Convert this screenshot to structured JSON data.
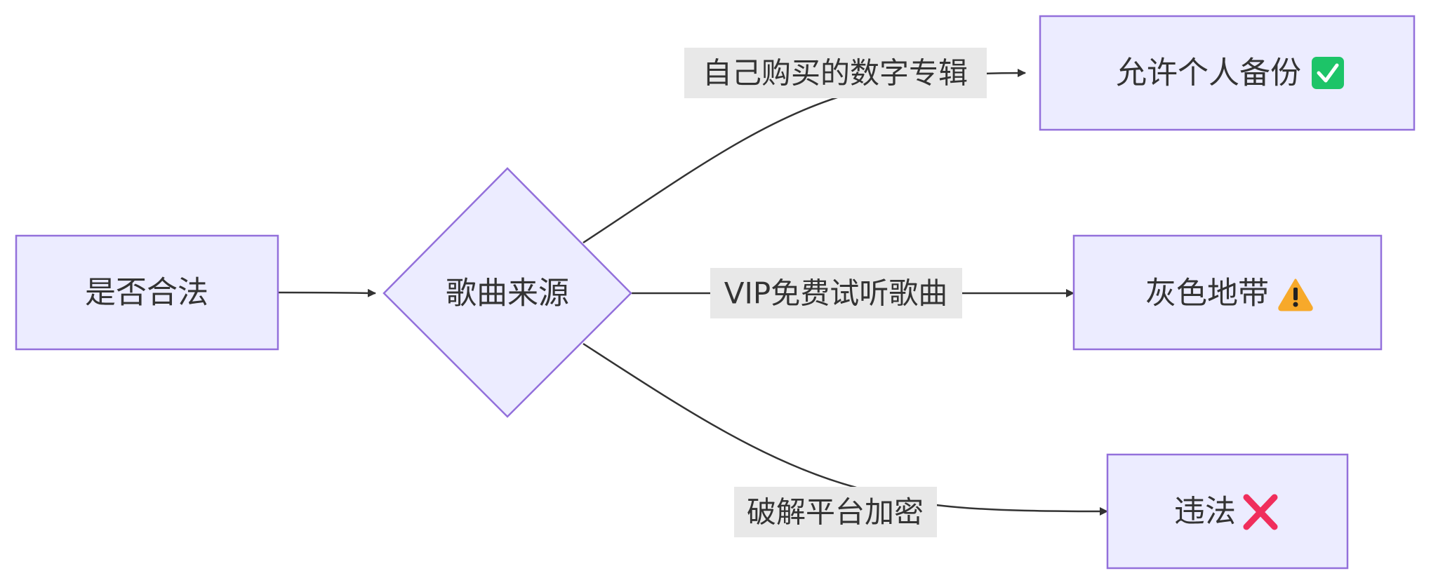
{
  "nodes": {
    "start": {
      "label": "是否合法"
    },
    "decision": {
      "label": "歌曲来源"
    },
    "allowed": {
      "label": "允许个人备份",
      "icon": "check-mark-icon",
      "icon_color": "#1DC468"
    },
    "gray": {
      "label": "灰色地带",
      "icon": "warning-icon",
      "icon_color": "#F7A92A"
    },
    "illegal": {
      "label": "违法",
      "icon": "cross-mark-icon",
      "icon_color": "#F02E5C"
    }
  },
  "edges": {
    "to_allowed": {
      "label": "自己购买的数字专辑"
    },
    "to_gray": {
      "label": "VIP免费试听歌曲"
    },
    "to_illegal": {
      "label": "破解平台加密"
    }
  },
  "colors": {
    "node_fill": "#ECECFF",
    "node_stroke": "#9370DB",
    "edge": "#333333",
    "edge_label_bg": "#E8E8E8"
  }
}
